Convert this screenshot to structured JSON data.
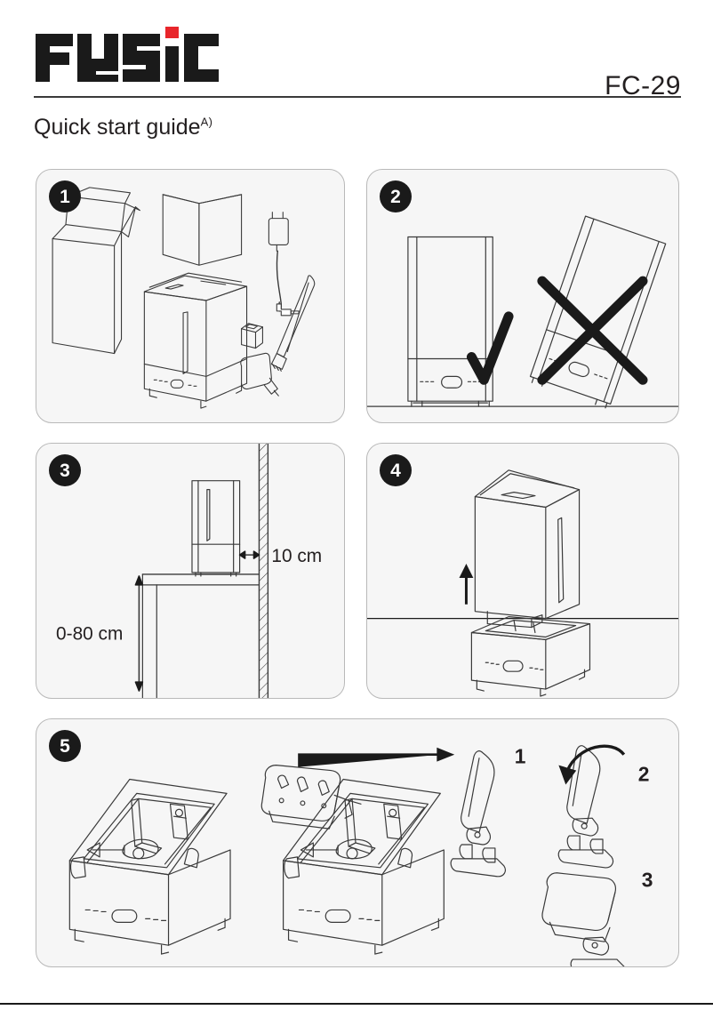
{
  "document": {
    "brand": "FYSIC",
    "brand_accent_color": "#e8262b",
    "model_code": "FC-29",
    "title": "Quick start guide",
    "title_superscript": "A)"
  },
  "panels": [
    {
      "number": "1",
      "name": "package-contents",
      "caption": "",
      "items": [
        "carton box",
        "manual booklet",
        "power adapter with cable",
        "humidifier unit",
        "filter cap",
        "cleaning brush",
        "remote/sensor module"
      ],
      "labels": []
    },
    {
      "number": "2",
      "name": "orientation-warning",
      "caption": "",
      "marks": [
        {
          "type": "check",
          "meaning": "upright-correct"
        },
        {
          "type": "cross",
          "meaning": "tilted-incorrect"
        }
      ],
      "labels": []
    },
    {
      "number": "3",
      "name": "placement-clearance",
      "caption": "",
      "labels": [
        {
          "id": "wall-clearance",
          "text": "10 cm"
        },
        {
          "id": "table-height",
          "text": "0-80 cm"
        }
      ]
    },
    {
      "number": "4",
      "name": "lift-tank",
      "caption": "",
      "labels": [],
      "arrow": "up"
    },
    {
      "number": "5",
      "name": "base-maintenance",
      "caption": "",
      "substeps": [
        {
          "number": "1",
          "name": "lift-brush"
        },
        {
          "number": "2",
          "name": "rotate-brush"
        },
        {
          "number": "3",
          "name": "replace-cover"
        }
      ],
      "labels": []
    }
  ]
}
